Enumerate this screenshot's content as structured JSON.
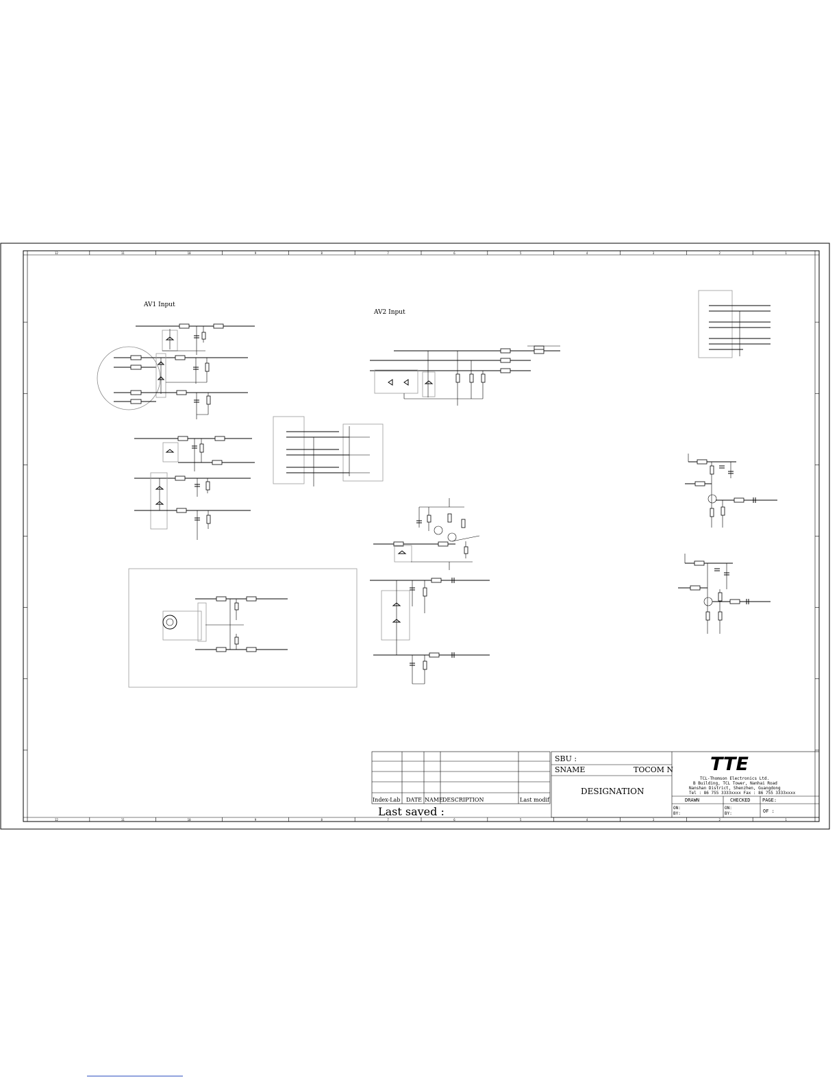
{
  "schematic": {
    "sections": {
      "av1": "AV1 Input",
      "av2": "AV2 Input"
    },
    "border": {
      "columns_top": [
        "12",
        "11",
        "10",
        "9",
        "8",
        "7",
        "6",
        "5",
        "4",
        "3",
        "2",
        "1"
      ],
      "columns_bottom": [
        "12",
        "11",
        "10",
        "9",
        "8",
        "7",
        "6",
        "5",
        "4",
        "3",
        "2",
        "1"
      ]
    }
  },
  "revision_table": {
    "headers": [
      "Index-Lab",
      "DATE",
      "NAME",
      "DESCRIPTION",
      "Last modif"
    ],
    "last_saved": "Last saved :"
  },
  "title_block": {
    "sbu_label": "SBU :",
    "sname_label": "SNAME",
    "tocom_label": "TOCOM  N",
    "designation": "DESIGNATION",
    "logo": "TTE",
    "company_lines": [
      "TCL-Thomson Electronics Ltd.",
      "B Building, TCL Tower, Nanhai Road",
      "Nanshan District, Shenzhen, Guangdong",
      "Tel : 86 755 3333xxxx  Fax : 86 755 3333xxxx"
    ],
    "drawn_label": "DRAWN",
    "checked_label": "CHECKED",
    "page_label": "PAGE:",
    "on_label": "ON:",
    "by_label": "BY:",
    "of_label": "OF :"
  }
}
